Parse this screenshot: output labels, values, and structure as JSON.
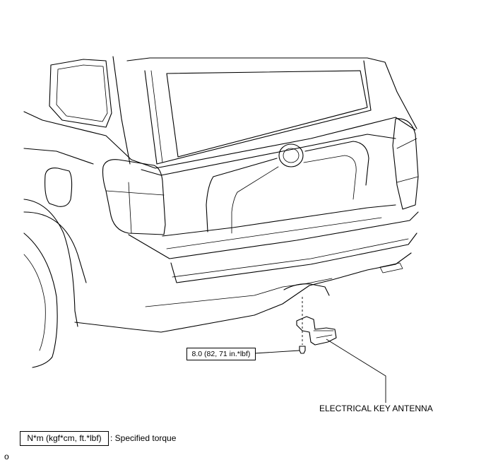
{
  "callouts": {
    "torque_value": "8.0 (82, 71 in.*lbf)",
    "antenna_label": "ELECTRICAL KEY ANTENNA"
  },
  "legend": {
    "torque_units": "N*m (kgf*cm, ft.*lbf)",
    "description": ": Specified torque"
  },
  "figure_code": "o"
}
